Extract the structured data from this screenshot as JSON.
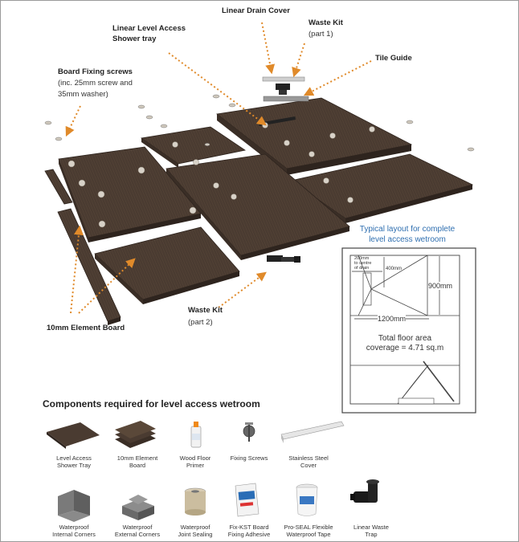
{
  "labels": {
    "drain_cover": "Linear Drain Cover",
    "waste_kit_1": "Waste Kit",
    "waste_kit_1_sub": "(part 1)",
    "shower_tray_1": "Linear Level Access",
    "shower_tray_2": "Shower tray",
    "tile_guide": "Tile Guide",
    "screws": "Board Fixing screws",
    "screws_sub_1": "(inc. 25mm screw and",
    "screws_sub_2": "35mm washer)",
    "element_board": "10mm Element Board",
    "waste_kit_2": "Waste Kit",
    "waste_kit_2_sub": "(part 2)"
  },
  "layout": {
    "title_1": "Typical layout for complete",
    "title_2": "level access wetroom",
    "dim_200": "200mm",
    "dim_centre": "to centre",
    "dim_drain": "of drain",
    "dim_400": "400mm",
    "dim_900": "900mm",
    "dim_1200": "1200mm",
    "area_1": "Total floor area",
    "area_2": "coverage = 4.71 sq.m"
  },
  "components": {
    "title": "Components required for level access wetroom",
    "items": [
      {
        "line1": "Level Access",
        "line2": "Shower Tray",
        "icon": "shower-tray-icon"
      },
      {
        "line1": "10mm Element",
        "line2": "Board",
        "icon": "element-board-icon"
      },
      {
        "line1": "Wood Floor",
        "line2": "Primer",
        "icon": "primer-bottle-icon"
      },
      {
        "line1": "Fixing Screws",
        "line2": "",
        "icon": "fixing-screw-icon"
      },
      {
        "line1": "Stainless Steel",
        "line2": "Cover",
        "icon": "steel-cover-icon"
      },
      {
        "line1": "Waterproof",
        "line2": "Internal Corners",
        "icon": "internal-corner-icon"
      },
      {
        "line1": "Waterproof",
        "line2": "External Corners",
        "icon": "external-corner-icon"
      },
      {
        "line1": "Waterproof",
        "line2": "Joint Sealing",
        "icon": "sealing-tape-roll-icon"
      },
      {
        "line1": "Fix-KST Board",
        "line2": "Fixing Adhesive",
        "icon": "adhesive-bag-icon"
      },
      {
        "line1": "Pro-SEAL Flexible",
        "line2": "Waterproof Tape",
        "icon": "waterproof-tub-icon"
      },
      {
        "line1": "Linear Waste",
        "line2": "Trap",
        "icon": "waste-trap-icon"
      }
    ]
  },
  "colors": {
    "board": "#4a3b31",
    "board_edge": "#2e241e",
    "arrow": "#e08a2a",
    "layout_title": "#2f6fb0"
  }
}
